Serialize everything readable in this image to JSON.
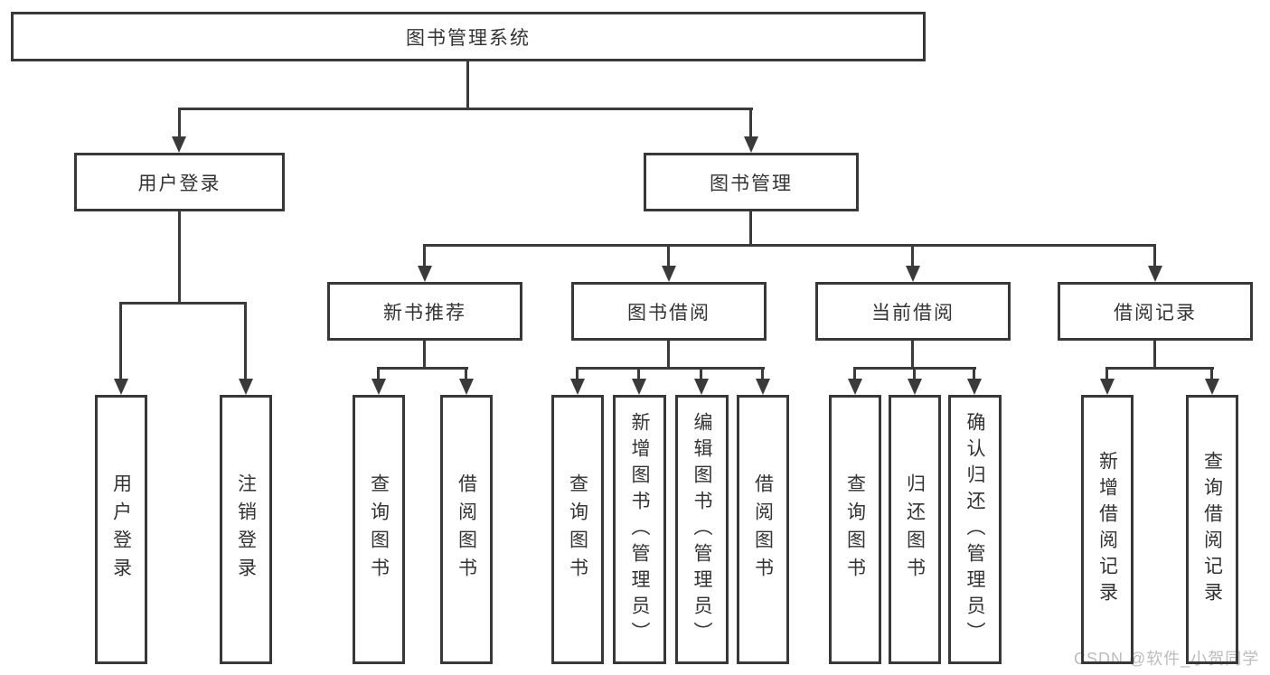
{
  "tree": {
    "root": "图书管理系统",
    "branches": [
      {
        "label": "用户登录",
        "children": [
          "用户登录",
          "注销登录"
        ]
      },
      {
        "label": "图书管理",
        "groups": [
          {
            "label": "新书推荐",
            "children": [
              "查询图书",
              "借阅图书"
            ]
          },
          {
            "label": "图书借阅",
            "children": [
              "查询图书",
              "新增图书（管理员）",
              "编辑图书（管理员）",
              "借阅图书"
            ]
          },
          {
            "label": "当前借阅",
            "children": [
              "查询图书",
              "归还图书",
              "确认归还（管理员）"
            ]
          },
          {
            "label": "借阅记录",
            "children": [
              "新增借阅记录",
              "查询借阅记录"
            ]
          }
        ]
      }
    ]
  },
  "watermark": "CSDN @软件_小贺同学",
  "colors": {
    "line": "#3a3a3a",
    "box_border": "#383838",
    "text": "#333333",
    "background": "#ffffff",
    "watermark": "#bcbcbc"
  }
}
